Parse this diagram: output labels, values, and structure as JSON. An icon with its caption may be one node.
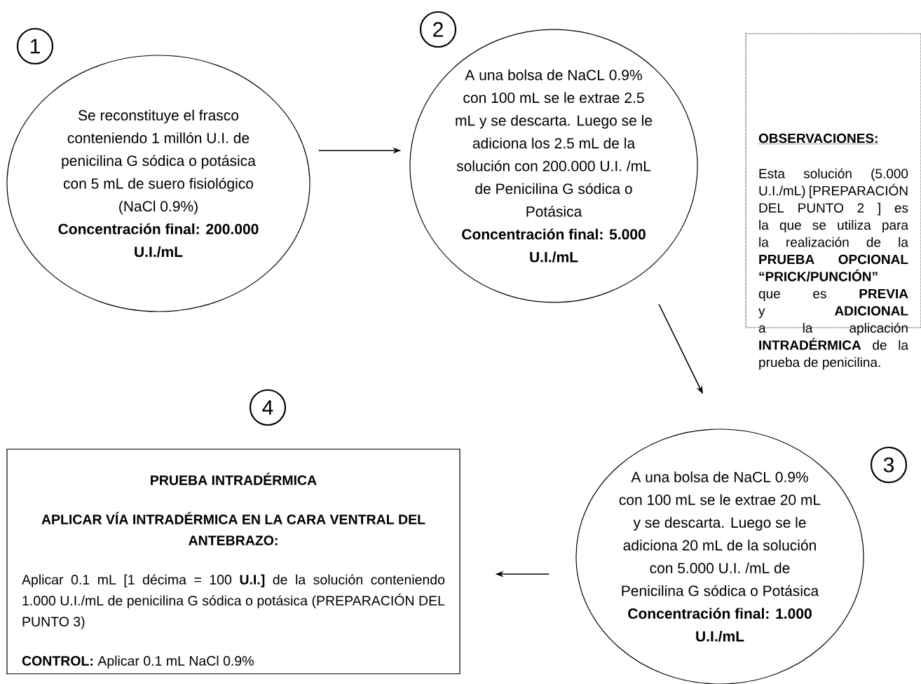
{
  "diagram": {
    "nodes": [
      {
        "text": [
          "Se reconstituye el frasco conteniendo 1 millón U.I. de penicilina G sódica o potásica con 5 mL de suero fisiológico (NaCl 0.9%)",
          "Concentración final: 200.000 U.I./mL"
        ],
        "beside": [
          "1"
        ]
      },
      {
        "text": [
          "A una bolsa de NaCL 0.9% con 100 mL se le extrae 2.5 mL y se descarta. Luego se le adiciona los 2.5 mL de la solución con 200.000 U.I. /mL de Penicilina G sódica o Potásica",
          "Concentración final: 5.000 U.I./mL"
        ],
        "beside": [
          "2"
        ]
      },
      {
        "text": [
          "A una bolsa de NaCL 0.9% con 100 mL se le extrae 20 mL y se descarta. Luego se le adiciona 20 mL de la solución con 5.000 U.I. /mL de Penicilina G sódica o Potásica",
          "Concentración final: 1.000 U.I./mL"
        ],
        "beside": [
          "3"
        ]
      },
      {
        "text": [
          "PRUEBA INTRADÉRMICA",
          "APLICAR VÍA INTRADÉRMICA EN LA CARA VENTRAL DEL ANTEBRAZO:",
          "Aplicar 0.1 mL [1 décima = 100 **U.I.]** de la solución conteniendo 1.000 U.I./mL de penicilina G sódica o potásica (PREPARACIÓN DEL PUNTO 3)",
          "**CONTROL:** Aplicar 0.1 mL NaCl 0.9%"
        ],
        "beside": [
          "4"
        ]
      },
      {
        "text": [
          "OBSERVACIONES:",
          "Esta solución (5.000 U.I./mL) [PREPARACIÓN DEL PUNTO 2 ] es la que se utiliza para la realización de la **PRUEBA OPCIONAL “PRICK/PUNCIÓN”** que es **PREVIA** y **ADICIONAL** a la aplicación **INTRADÉRMICA** de la prueba de penicilina."
        ]
      }
    ],
    "edges": [
      {
        "from": 0,
        "to": 1,
        "arrow": "to"
      },
      {
        "from": 1,
        "to": 2,
        "arrow": "to"
      },
      {
        "from": 2,
        "to": 3,
        "arrow": "to"
      }
    ]
  }
}
